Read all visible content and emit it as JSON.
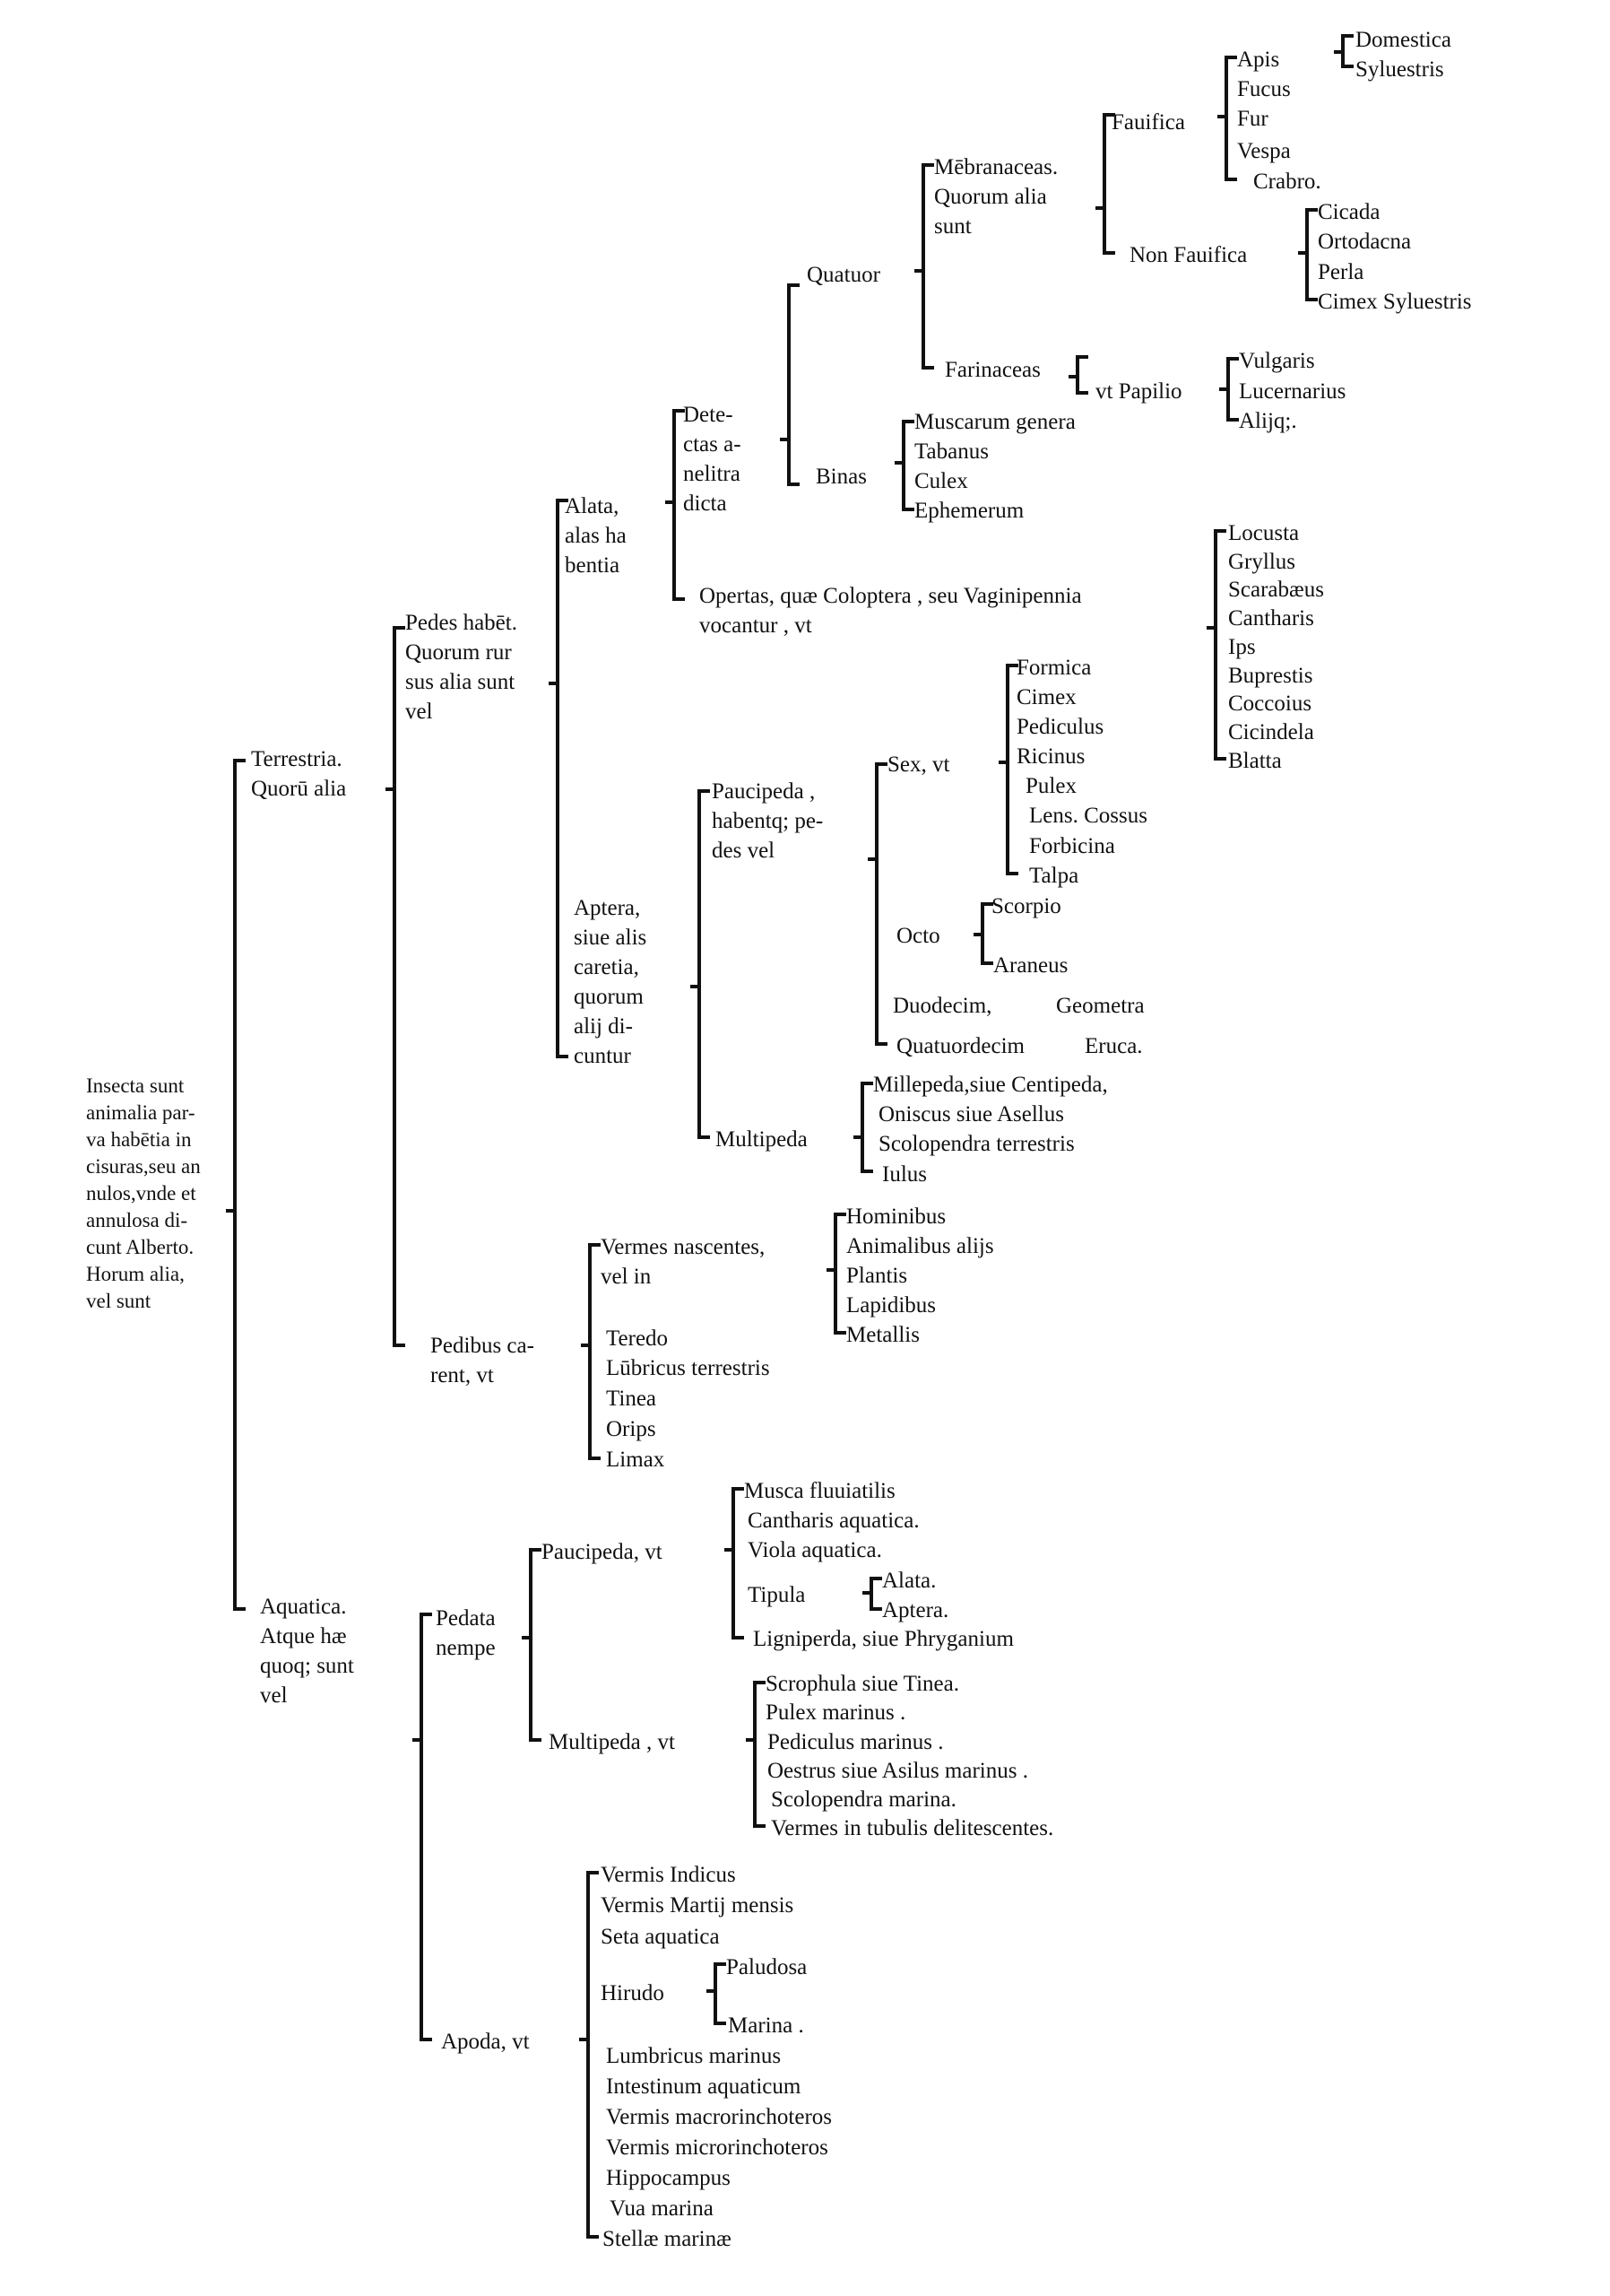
{
  "ink_color": "#111111",
  "paper_color": "#ffffff",
  "root": "Insecta sunt\nanimalia par-\nva habētia in\ncisuras,seu an\nnulos,vnde et\nannulosa di-\ncunt Alberto.\nHorum alia,\nvel sunt",
  "terrestria": {
    "label": "Terrestria.\nQuorū alia",
    "pedes": {
      "label": "Pedes habēt.\nQuorum rur\nsus alia sunt\nvel",
      "alata": {
        "label": "Alata,\nalas ha\nbentia",
        "detectas": {
          "label": "Dete-\nctas a-\nnelitra\ndicta",
          "quatuor": {
            "label": "Quatuor",
            "membranaceas": {
              "label": "Mēbranaceas.\nQuorum alia\nsunt",
              "favifica": {
                "label": "Fauifica",
                "apis": "Apis",
                "apis_kinds": [
                  "Domestica",
                  "Syluestris"
                ],
                "others": [
                  "Fucus",
                  "Fur",
                  "Vespa",
                  "Crabro."
                ]
              },
              "non_favifica": {
                "label": "Non Fauifica",
                "items": [
                  "Cicada",
                  "Ortodacna",
                  "Perla",
                  "Cimex Syluestris"
                ]
              }
            },
            "farinaceas": {
              "label": "Farinaceas",
              "papilio": "vt Papilio",
              "items": [
                "Vulgaris",
                "Lucernarius",
                "Alijq;."
              ]
            }
          },
          "binas": {
            "label": "Binas",
            "items": [
              "Muscarum genera",
              "Tabanus",
              "Culex",
              "Ephemerum"
            ]
          }
        },
        "opertas": {
          "label": "Opertas, quæ Coloptera , seu Vaginipennia\nvocantur , vt",
          "items": [
            "Locusta",
            "Gryllus",
            "Scarabæus",
            "Cantharis",
            "Ips",
            "Buprestis",
            "Coccoius",
            "Cicindela",
            "Blatta"
          ]
        }
      },
      "aptera": {
        "label": "Aptera,\nsiue alis\ncaretia,\nquorum\nalij di-\ncuntur",
        "paucipeda": {
          "label": "Paucipeda ,\nhabentq; pe-\ndes vel",
          "sex": {
            "label": "Sex, vt",
            "items": [
              "Formica",
              "Cimex",
              "Pediculus",
              "Ricinus",
              "Pulex",
              "Lens. Cossus",
              "Forbicina",
              "Talpa"
            ]
          },
          "octo": {
            "label": "Octo",
            "items": [
              "Scorpio",
              "Araneus"
            ]
          },
          "duodecim": {
            "label": "Duodecim,",
            "item": "Geometra"
          },
          "quatuordecim": {
            "label": "Quatuordecim",
            "item": "Eruca."
          }
        },
        "multipeda": {
          "label": "Multipeda",
          "items": [
            "Millepeda,siue Centipeda,",
            "Oniscus siue Asellus",
            "Scolopendra terrestris",
            "Iulus"
          ]
        }
      }
    },
    "pedibus": {
      "label": "Pedibus ca-\nrent, vt",
      "vermes": {
        "label": "Vermes nascentes,\nvel in",
        "items": [
          "Hominibus",
          "Animalibus alijs",
          "Plantis",
          "Lapidibus",
          "Metallis"
        ]
      },
      "items": [
        "Teredo",
        "Lūbricus terrestris",
        "Tinea",
        "Orips",
        "Limax"
      ]
    }
  },
  "aquatica": {
    "label": "Aquatica.\nAtque hæ\nquoq; sunt\nvel",
    "pedata": {
      "label": "Pedata\nnempe",
      "paucipeda": {
        "label": "Paucipeda, vt",
        "items": [
          "Musca fluuiatilis",
          "Cantharis aquatica.",
          "Viola aquatica."
        ],
        "tipula": {
          "label": "Tipula",
          "items": [
            "Alata.",
            "Aptera."
          ]
        },
        "last": "Ligniperda, siue Phryganium"
      },
      "multipeda": {
        "label": "Multipeda , vt",
        "items": [
          "Scrophula siue Tinea.",
          "Pulex marinus .",
          "Pediculus marinus .",
          "Oestrus siue Asilus marinus .",
          "Scolopendra marina.",
          "Vermes in tubulis delitescentes."
        ]
      }
    },
    "apoda": {
      "label": "Apoda, vt",
      "items_a": [
        "Vermis Indicus",
        "Vermis Martij mensis",
        "Seta aquatica"
      ],
      "hirudo": {
        "label": "Hirudo",
        "items": [
          "Paludosa",
          "Marina ."
        ]
      },
      "items_b": [
        "Lumbricus marinus",
        "Intestinum aquaticum",
        "Vermis macrorinchoteros",
        "Vermis microrinchoteros",
        "Hippocampus",
        "Vua marina",
        "Stellæ marinæ"
      ]
    }
  }
}
